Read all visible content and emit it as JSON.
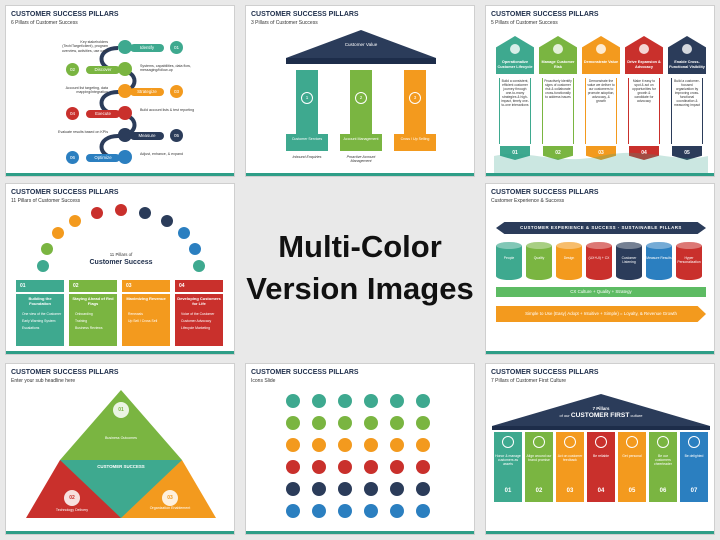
{
  "headline": [
    "Multi-Color",
    "Version Images"
  ],
  "slides": {
    "s1": {
      "title": "CUSTOMER SUCCESS PILLARS",
      "subtitle": "6 Pillars of Customer Success",
      "steps": [
        {
          "num": "01",
          "label": "Identify",
          "desc": "Key stakeholders (Tech/Target/client), program overview, activities, use case"
        },
        {
          "num": "02",
          "label": "Discover",
          "desc": "Systems, capabilities, data flow, messaging/follow-up"
        },
        {
          "num": "03",
          "label": "Strategize",
          "desc": "Account list targeting, data mapping/integration"
        },
        {
          "num": "04",
          "label": "Execute",
          "desc": "Build account lists & test reporting"
        },
        {
          "num": "05",
          "label": "Measure",
          "desc": "Evaluate results based on KPIs"
        },
        {
          "num": "06",
          "label": "Optimize",
          "desc": "Adjust, enhance, & expand"
        }
      ]
    },
    "s2": {
      "title": "CUSTOMER SUCCESS PILLARS",
      "subtitle": "3 Pillars of Customer Success",
      "roof": "Customer Value",
      "pillars": [
        {
          "num": "1",
          "label": "Customer Services",
          "below": "Inbound Enquiries"
        },
        {
          "num": "2",
          "label": "Account Management",
          "below": "Proactive Account Management"
        },
        {
          "num": "3",
          "label": "Cross / Up Selling",
          "below": ""
        }
      ]
    },
    "s3": {
      "title": "CUSTOMER SUCCESS PILLARS",
      "subtitle": "5 Pillars of Customer Success",
      "pillars": [
        {
          "num": "01",
          "label": "Operationalize Customer Lifecycle",
          "desc": "Build a consistent, efficient customer journey through one-to-many strategies & high-impact, timely one-to-one interactions"
        },
        {
          "num": "02",
          "label": "Manage Customer Risk",
          "desc": "Proactively identify signs of customer risk & collaborate cross-functionally to address issues"
        },
        {
          "num": "03",
          "label": "Demonstrate Value",
          "desc": "Demonstrate the value we deliver to our customers to promote adoption, advocacy, & growth"
        },
        {
          "num": "04",
          "label": "Drive Expansion & Advocacy",
          "desc": "Make it easy to spot & act on opportunities for growth & candidate for advocacy"
        },
        {
          "num": "05",
          "label": "Enable Cross-Functional Visibility",
          "desc": "Build a customer-focused organization by improving cross-functional coordination & measuring impact"
        }
      ]
    },
    "s4": {
      "title": "CUSTOMER SUCCESS PILLARS",
      "subtitle": "11 Pillars of Customer Success",
      "center_small": "11 Pillars of",
      "center_big": "Customer Success",
      "boxes": [
        {
          "num": "01",
          "label": "Building the Foundation",
          "items": [
            "One view of the Customer",
            "Early Warning System",
            "Escalations"
          ]
        },
        {
          "num": "02",
          "label": "Staying Ahead of Red Flags",
          "items": [
            "Onboarding",
            "Training",
            "Business Reviews"
          ]
        },
        {
          "num": "03",
          "label": "Maximizing Revenue",
          "items": [
            "Renewals",
            "Up Sell / Cross Sell"
          ]
        },
        {
          "num": "04",
          "label": "Developing Customers for Life",
          "items": [
            "Voice of the Customer",
            "Customer Advocacy",
            "Lifecycle Marketing"
          ]
        }
      ]
    },
    "s5": {
      "title": "CUSTOMER SUCCESS PILLARS",
      "subtitle": "Customer Experience & Success",
      "banner": "CUSTOMER EXPERIENCE & SUCCESS - SUSTAINABLE PILLARS",
      "cylinders": [
        "People",
        "Quality",
        "Design",
        "(UX+UI) + CX",
        "Customer Listening",
        "Measure Results",
        "Hyper Personalization"
      ],
      "band": "CX Culture + Quality + Strategy",
      "arrow": "Simple to Use (Easy) Adopt + Intuitive + Simple) = Loyalty, & Revenue Growth"
    },
    "s6": {
      "title": "CUSTOMER SUCCESS PILLARS",
      "subtitle": "Enter your sub headline here",
      "top": {
        "num": "01",
        "label": "Business Outcomes"
      },
      "center": "CUSTOMER SUCCESS",
      "left": {
        "num": "02",
        "label": "Technology Delivery"
      },
      "right": {
        "num": "03",
        "label": "Organization Enablement"
      }
    },
    "s7": {
      "title": "CUSTOMER SUCCESS PILLARS",
      "subtitle": "Icons Slide",
      "rows": [
        [
          "#3ea98f",
          "#3ea98f",
          "#3ea98f",
          "#3ea98f",
          "#3ea98f",
          "#3ea98f"
        ],
        [
          "#7ab541",
          "#7ab541",
          "#7ab541",
          "#7ab541",
          "#7ab541",
          "#7ab541"
        ],
        [
          "#f39a1e",
          "#f39a1e",
          "#f39a1e",
          "#f39a1e",
          "#f39a1e",
          "#f39a1e"
        ],
        [
          "#c9302c",
          "#c9302c",
          "#c9302c",
          "#c9302c",
          "#c9302c",
          "#c9302c"
        ],
        [
          "#2b3c5a",
          "#2b3c5a",
          "#2b3c5a",
          "#2b3c5a",
          "#2b3c5a",
          "#2b3c5a"
        ],
        [
          "#2b7fc0",
          "#2b7fc0",
          "#2b7fc0",
          "#2b7fc0",
          "#2b7fc0",
          "#2b7fc0"
        ]
      ]
    },
    "s8": {
      "title": "CUSTOMER SUCCESS PILLARS",
      "subtitle": "7 Pillars of Customer First Culture",
      "roof_small": "7 Pillars",
      "roof_of": "of our",
      "roof_big": "CUSTOMER FIRST",
      "roof_end": "culture",
      "pillars": [
        {
          "num": "01",
          "label": "Honor & manage customers as assets"
        },
        {
          "num": "02",
          "label": "Align around our brand promise"
        },
        {
          "num": "03",
          "label": "Act on customer feedback"
        },
        {
          "num": "04",
          "label": "Be reliable"
        },
        {
          "num": "05",
          "label": "Get personal"
        },
        {
          "num": "06",
          "label": "Be our customers cheerleader"
        },
        {
          "num": "07",
          "label": "Be delighted"
        }
      ]
    }
  },
  "colors": {
    "teal": "#3ea98f",
    "green": "#7ab541",
    "orange": "#f39a1e",
    "red": "#c9302c",
    "navy": "#2b3c5a",
    "blue": "#2b7fc0",
    "lightgreen": "#5dbb63"
  }
}
